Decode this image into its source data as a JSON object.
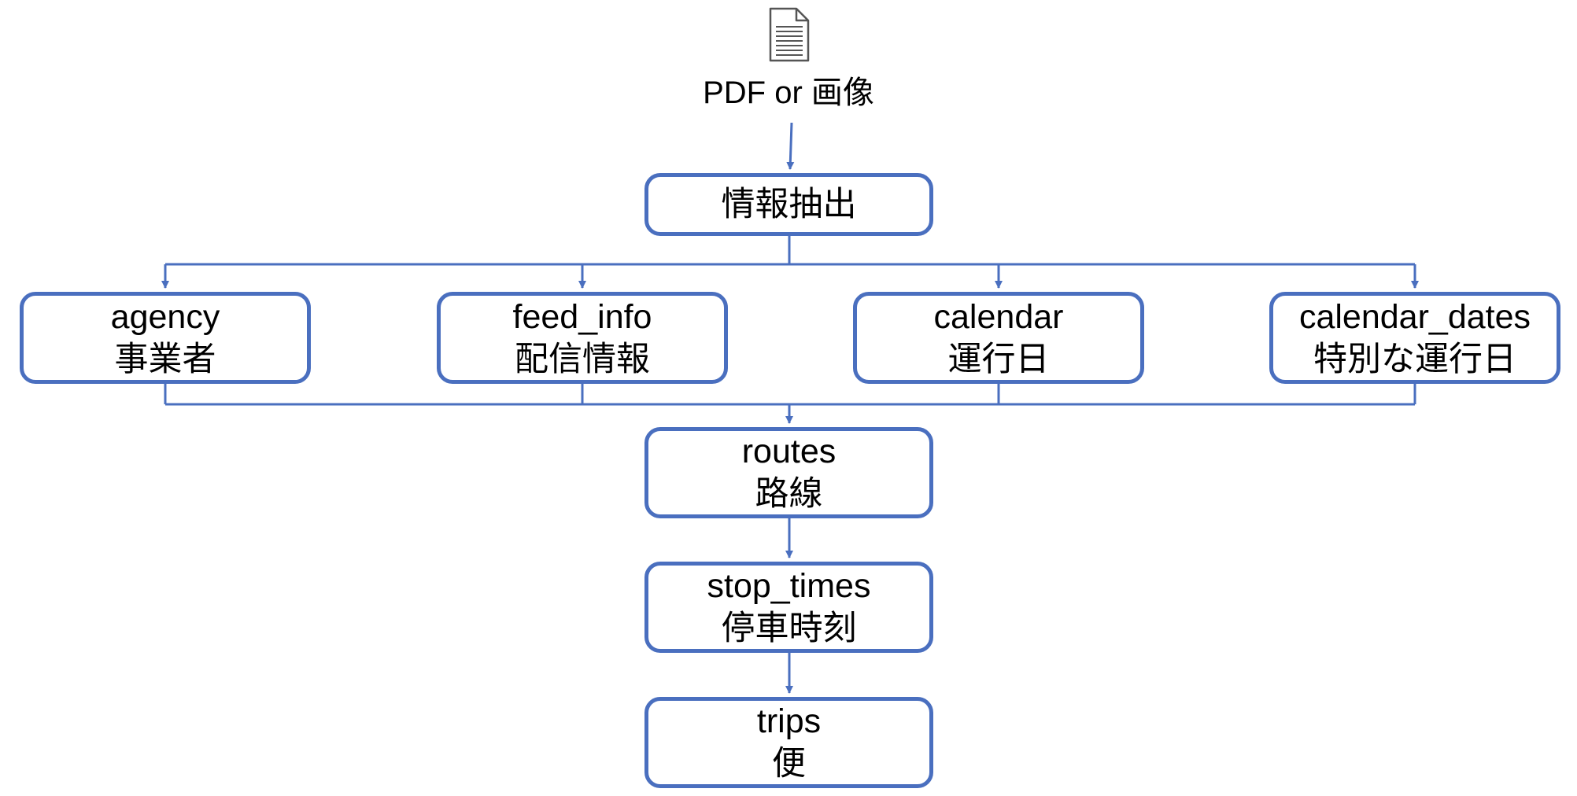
{
  "source": {
    "icon": "document-icon",
    "label": "PDF or 画像"
  },
  "extract": {
    "label": "情報抽出"
  },
  "tables": {
    "agency": {
      "name": "agency",
      "desc": "事業者"
    },
    "feed_info": {
      "name": "feed_info",
      "desc": "配信情報"
    },
    "calendar": {
      "name": "calendar",
      "desc": "運行日"
    },
    "calendar_dates": {
      "name": "calendar_dates",
      "desc": "特別な運行日"
    },
    "routes": {
      "name": "routes",
      "desc": "路線"
    },
    "stop_times": {
      "name": "stop_times",
      "desc": "停車時刻"
    },
    "trips": {
      "name": "trips",
      "desc": "便"
    }
  },
  "colors": {
    "accent": "#4a6fbf",
    "text": "#000000",
    "background": "#ffffff"
  }
}
